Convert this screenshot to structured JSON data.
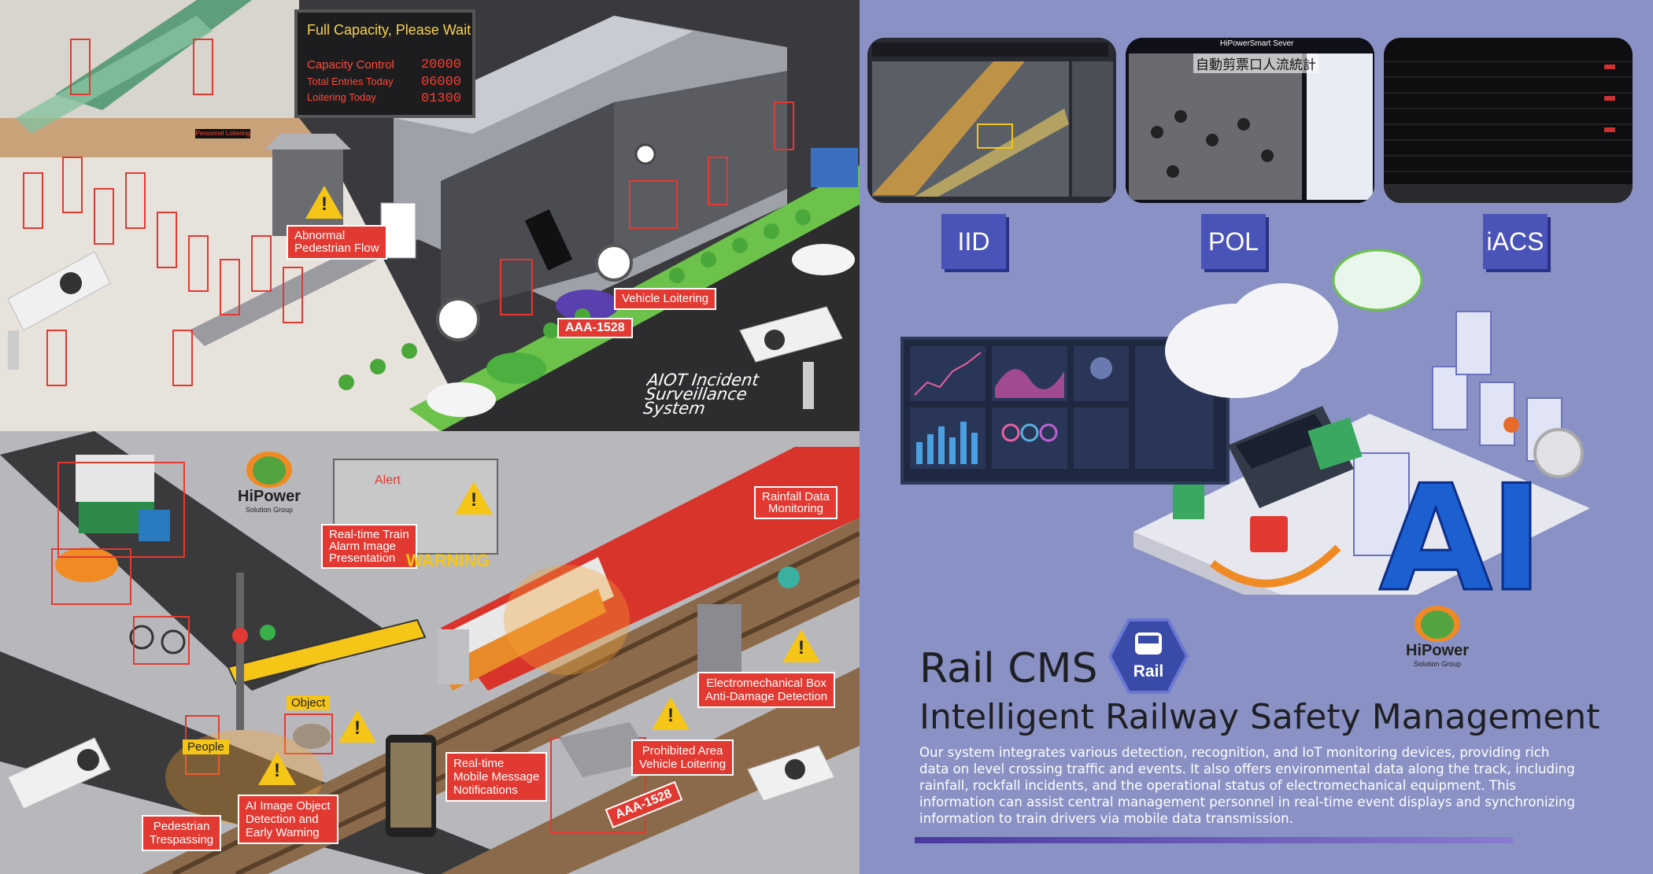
{
  "top_scene": {
    "board": {
      "title": "Full Capacity, Please Wait",
      "rows": [
        {
          "label": "Capacity Control",
          "value": "20000"
        },
        {
          "label": "Total Entries Today",
          "value": "06000"
        },
        {
          "label": "Loitering Today",
          "value": "01300"
        }
      ]
    },
    "labels": {
      "abnormal_flow": "Abnormal\nPedestrian Flow",
      "vehicle_loitering": "Vehicle Loitering",
      "plate": "AAA-1528",
      "system_title": "AIOT Incident\nSurveillance\nSystem",
      "personnel_loitering": "Personnel Loitering"
    }
  },
  "bottom_scene": {
    "labels": {
      "train_alarm": "Real-time Train\nAlarm Image\nPresentation",
      "alert": "Alert",
      "warning": "WARNING",
      "rainfall": "Rainfall Data\nMonitoring",
      "elec_box": "Electromechanical Box\nAnti-Damage Detection",
      "prohibited": "Prohibited Area\nVehicle Loitering",
      "plate": "AAA-1528",
      "mobile": "Real-time\nMobile Message\nNotifications",
      "object_detect": "AI Image Object\nDetection and\nEarly Warning",
      "object": "Object",
      "people": "People",
      "trespassing": "Pedestrian\nTrespassing"
    }
  },
  "brand": {
    "name": "HiPower",
    "sub": "Solution Group"
  },
  "right": {
    "tags": [
      "IID",
      "POL",
      "iACS"
    ],
    "pol_caption": "自動剪票口人流統計",
    "pol_header": "HiPowerSmart Sever",
    "rail_badge": "Rail",
    "title1": "Rail CMS",
    "title2": "Intelligent Railway Safety Management",
    "description": "Our system integrates various detection, recognition, and IoT monitoring devices, providing rich data on level crossing traffic and events. It also offers environmental data along the track, including rainfall, rockfall incidents, and the operational status of electromechanical equipment. This information can assist central management personnel in real-time event displays and synchronizing information to train drivers via mobile data transmission.",
    "ai": "AI"
  },
  "colors": {
    "alert_red": "#e23a32",
    "warning_yellow": "#f5c518",
    "panel_bg": "#8a92c5",
    "ai_blue": "#1b5fd0"
  }
}
